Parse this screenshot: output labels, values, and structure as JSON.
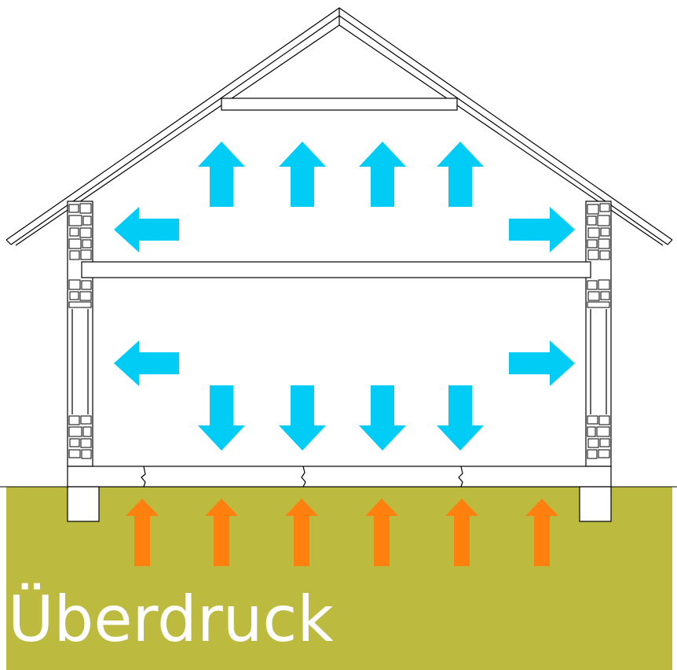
{
  "caption": "Überdruck",
  "colors": {
    "ground": "#bdbb3f",
    "indoor_arrow": "#00ccf5",
    "ground_arrow": "#ff7f0f",
    "line": "#000000",
    "background": "#ffffff",
    "text": "#ffffff"
  },
  "arrows": {
    "attic": [
      "up",
      "up",
      "up",
      "up"
    ],
    "upper_side": [
      "left",
      "right"
    ],
    "lower_side": [
      "left",
      "right"
    ],
    "floor": [
      "down",
      "down",
      "down",
      "down"
    ],
    "ground": [
      "up",
      "up",
      "up",
      "up",
      "up",
      "up"
    ]
  }
}
